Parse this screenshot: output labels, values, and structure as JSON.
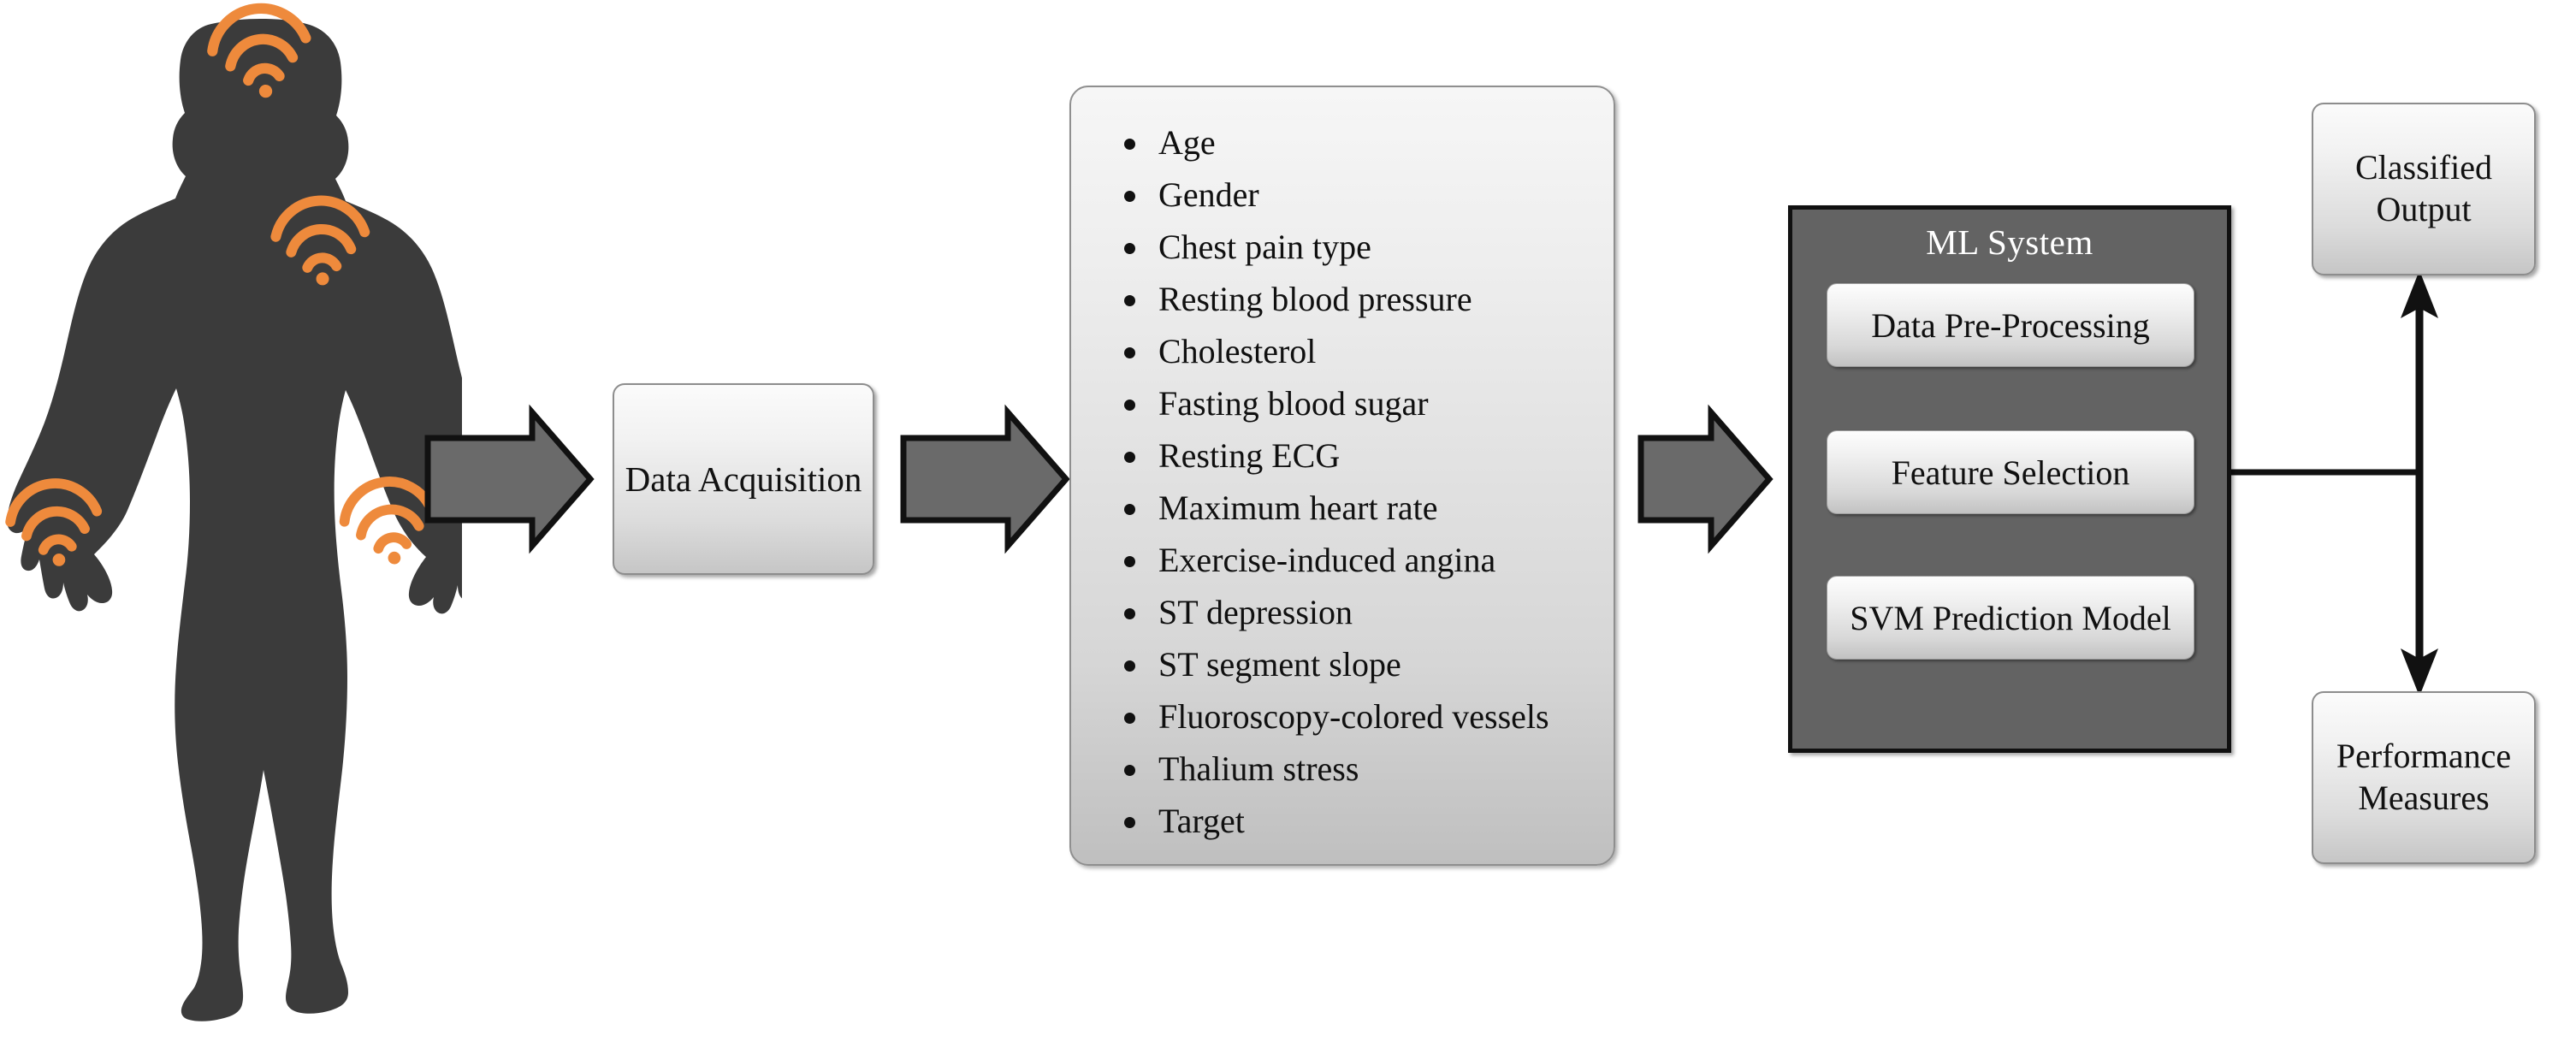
{
  "diagram": {
    "title": "Machine-learning heart disease prediction pipeline",
    "colors": {
      "silhouette": "#3b3b3b",
      "sensor_orange": "#ee8a3c",
      "ml_system_fill": "#636363",
      "block_arrow_fill": "#6a6a6a",
      "card_border": "#8d8d8d",
      "connector": "#111111"
    },
    "subject": {
      "name": "human-body-silhouette",
      "sensor_icons": [
        {
          "id": "sensor-head",
          "label": "wifi-signal-icon",
          "location": "head"
        },
        {
          "id": "sensor-shoulder",
          "label": "wifi-signal-icon",
          "location": "left shoulder"
        },
        {
          "id": "sensor-left-wrist",
          "label": "wifi-signal-icon",
          "location": "right wrist"
        },
        {
          "id": "sensor-right-wrist",
          "label": "wifi-signal-icon",
          "location": "left wrist"
        }
      ]
    },
    "stages": {
      "data_acquisition": "Data Acquisition",
      "classified_output": "Classified Output",
      "performance_measures": "Performance Measures"
    },
    "features": {
      "items": [
        "Age",
        "Gender",
        "Chest pain type",
        "Resting blood pressure",
        "Cholesterol",
        "Fasting blood sugar",
        "Resting ECG",
        "Maximum heart rate",
        "Exercise-induced angina",
        "ST depression",
        "ST segment slope",
        "Fluoroscopy-colored vessels",
        "Thalium stress",
        "Target"
      ]
    },
    "ml_system": {
      "title": "ML System",
      "steps": [
        "Data Pre-Processing",
        "Feature Selection",
        "SVM Prediction Model"
      ]
    },
    "arrows": [
      {
        "id": "arrow-body-to-acquisition",
        "kind": "block-arrow-right"
      },
      {
        "id": "arrow-acquisition-to-features",
        "kind": "block-arrow-right"
      },
      {
        "id": "arrow-features-to-ml",
        "kind": "block-arrow-right"
      },
      {
        "id": "arrow-ml-to-outputs",
        "kind": "line-with-double-arrow"
      }
    ]
  }
}
